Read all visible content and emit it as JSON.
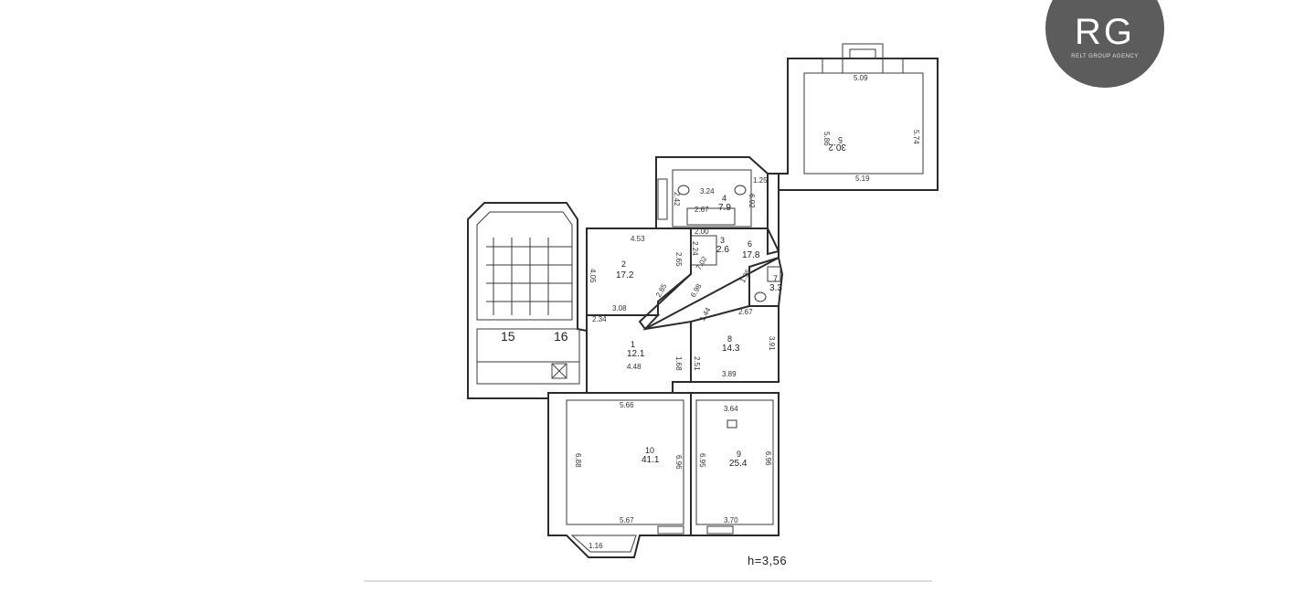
{
  "logo": {
    "letters": "RG",
    "subtitle": "RELT GROUP AGENCY",
    "color": "#5c5c5c"
  },
  "height_label": "h=3,56",
  "rooms": [
    {
      "id": "room-1",
      "number": "1",
      "area": "12.1"
    },
    {
      "id": "room-2",
      "number": "2",
      "area": "17.2"
    },
    {
      "id": "room-3",
      "number": "3",
      "area": "2.6"
    },
    {
      "id": "room-4",
      "number": "4",
      "area": "7.9"
    },
    {
      "id": "room-5",
      "number": "5",
      "area": "30.2"
    },
    {
      "id": "room-6",
      "number": "6",
      "area": "17.8"
    },
    {
      "id": "room-7",
      "number": "7",
      "area": "3.3"
    },
    {
      "id": "room-8",
      "number": "8",
      "area": "14.3"
    },
    {
      "id": "room-9",
      "number": "9",
      "area": "25.4"
    },
    {
      "id": "room-10",
      "number": "10",
      "area": "41.1"
    }
  ],
  "stair_labels": [
    "15",
    "16"
  ],
  "dimensions": {
    "d_5_09": "5.09",
    "d_5_86": "5.86",
    "d_5_74": "5.74",
    "d_5_19": "5.19",
    "d_1_25": "1.25",
    "d_6_92": "6.92",
    "d_3_24": "3.24",
    "d_2_42": "2.42",
    "d_2_67a": "2.67",
    "d_4_53": "4.53",
    "d_4_05": "4.05",
    "d_2_65": "2.65",
    "d_3_08": "3.08",
    "d_2_00": "2.00",
    "d_2_24": "2.24",
    "d_2_34": "2.34",
    "d_7_02": "7.02",
    "d_2_85": "2.85",
    "d_6_98": "6.98",
    "d_1_95": "1.95",
    "d_1_44": "1.44",
    "d_2_67b": "2.67",
    "d_3_91": "3.91",
    "d_2_51": "2.51",
    "d_3_89": "3.89",
    "d_4_48": "4.48",
    "d_1_68": "1.68",
    "d_5_66": "5.66",
    "d_3_64": "3.64",
    "d_6_88": "6.88",
    "d_6_96a": "6.96",
    "d_6_95": "6.95",
    "d_6_96b": "6.96",
    "d_5_67": "5.67",
    "d_3_70": "3.70",
    "d_1_16": "1.16"
  }
}
